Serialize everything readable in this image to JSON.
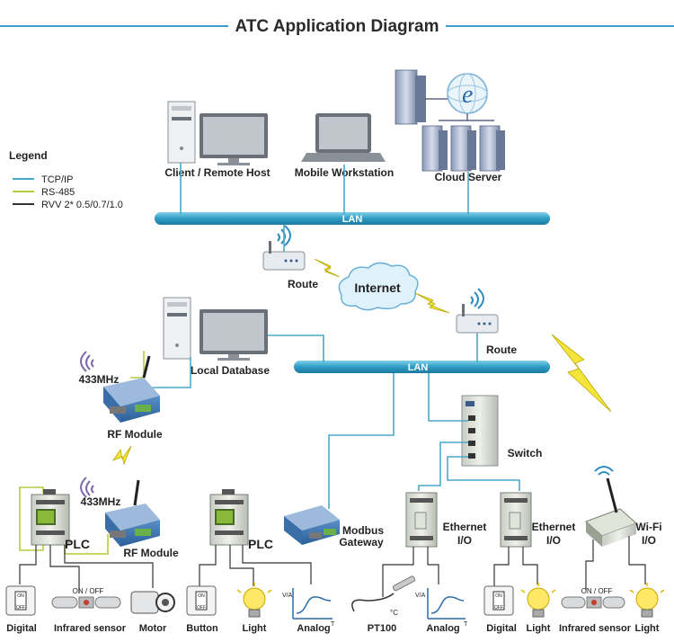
{
  "title": "ATC Application Diagram",
  "legend": {
    "heading": "Legend",
    "items": [
      {
        "label": "TCP/IP",
        "color": "#4aa8c8"
      },
      {
        "label": "RS-485",
        "color": "#b5cc3c"
      },
      {
        "label": "RVV 2* 0.5/0.7/1.0",
        "color": "#333333"
      }
    ]
  },
  "top": {
    "client": "Client / Remote Host",
    "mobile": "Mobile Workstation",
    "cloud": "Cloud Server",
    "lan": "LAN"
  },
  "network": {
    "route_left": "Route",
    "internet": "Internet",
    "route_right": "Route"
  },
  "middle": {
    "local_db": "Local Database",
    "lan": "LAN",
    "switch": "Switch"
  },
  "rf": {
    "freq_top": "433MHz",
    "module_top": "RF Module",
    "freq_bottom": "433MHz",
    "module_bottom": "RF Module"
  },
  "devices": {
    "plc_left": "PLC",
    "plc_mid": "PLC",
    "modbus_1": "Modbus",
    "modbus_2": "Gateway",
    "eth1_1": "Ethernet",
    "eth1_2": "I/O",
    "eth2_1": "Ethernet",
    "eth2_2": "I/O",
    "wifi_1": "Wi-Fi",
    "wifi_2": "I/O"
  },
  "sensors": {
    "digital1": "Digital",
    "infrared1": "Infrared sensor",
    "motor": "Motor",
    "button": "Button",
    "light1": "Light",
    "analog1": "Analog",
    "pt100": "PT100",
    "analog2": "Analog",
    "digital2": "Digital",
    "light2": "Light",
    "infrared2": "Infrared sensor",
    "light3": "Light",
    "onoff": "ON / OFF",
    "on": "ON",
    "off": "OFF",
    "va": "V/A",
    "tt": "T",
    "celsius": "°C"
  }
}
